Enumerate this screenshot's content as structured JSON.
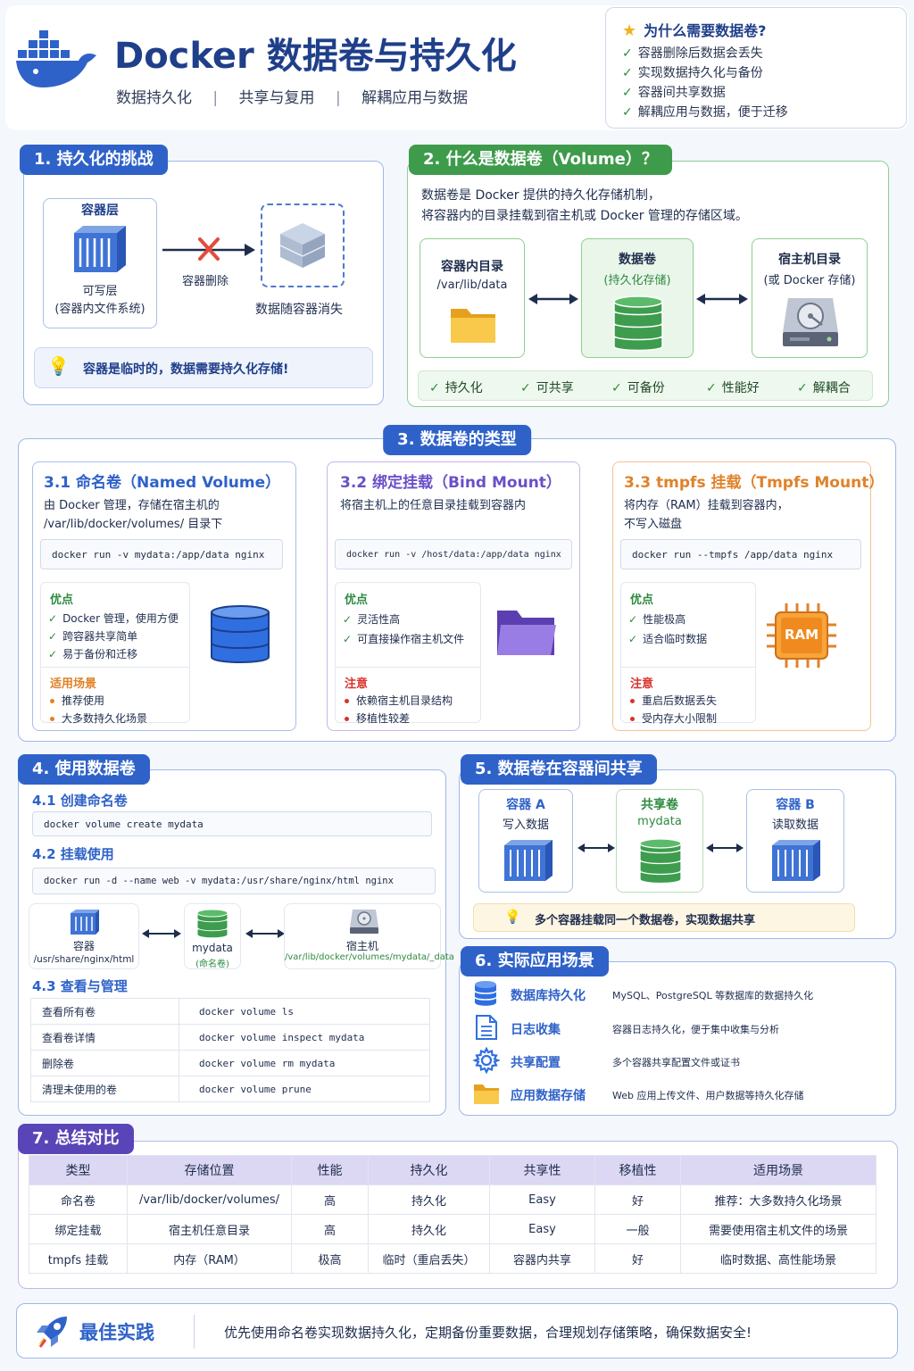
{
  "header": {
    "title": "Docker 数据卷与持久化",
    "subtitle": [
      "数据持久化",
      "共享与复用",
      "解耦应用与数据"
    ],
    "why": {
      "title": "为什么需要数据卷?",
      "items": [
        "容器删除后数据会丢失",
        "实现数据持久化与备份",
        "容器间共享数据",
        "解耦应用与数据，便于迁移"
      ]
    }
  },
  "s1": {
    "tag": "1. 持久化的挑战",
    "layer_title": "容器层",
    "layer_desc1": "可写层",
    "layer_desc2": "(容器内文件系统)",
    "arrow_label": "容器删除",
    "lost": "数据随容器消失",
    "tip": "容器是临时的，数据需要持久化存储!"
  },
  "s2": {
    "tag": "2. 什么是数据卷（Volume）？",
    "desc1": "数据卷是 Docker 提供的持久化存储机制，",
    "desc2": "将容器内的目录挂载到宿主机或 Docker 管理的存储区域。",
    "c1_title": "容器内目录",
    "c1_sub": "/var/lib/data",
    "c2_title": "数据卷",
    "c2_sub": "(持久化存储)",
    "c3_title": "宿主机目录",
    "c3_sub": "(或 Docker 存储)",
    "features": [
      "持久化",
      "可共享",
      "可备份",
      "性能好",
      "解耦合"
    ]
  },
  "s3": {
    "tag": "3. 数据卷的类型",
    "named": {
      "title": "3.1 命名卷（Named Volume）",
      "desc1": "由 Docker 管理，存储在宿主机的",
      "desc2": "/var/lib/docker/volumes/ 目录下",
      "cmd": "docker run -v mydata:/app/data nginx",
      "pros_title": "优点",
      "pros": [
        "Docker 管理，使用方便",
        "跨容器共享简单",
        "易于备份和迁移"
      ],
      "use_title": "适用场景",
      "use": [
        "推荐使用",
        "大多数持久化场景"
      ]
    },
    "bind": {
      "title": "3.2 绑定挂载（Bind Mount）",
      "desc1": "将宿主机上的任意目录挂载到容器内",
      "cmd": "docker run -v /host/data:/app/data nginx",
      "pros_title": "优点",
      "pros": [
        "灵活性高",
        "可直接操作宿主机文件"
      ],
      "note_title": "注意",
      "notes": [
        "依赖宿主机目录结构",
        "移植性较差"
      ]
    },
    "tmpfs": {
      "title": "3.3 tmpfs 挂载（Tmpfs Mount）",
      "desc1": "将内存（RAM）挂载到容器内，",
      "desc2": "不写入磁盘",
      "cmd": "docker run --tmpfs /app/data nginx",
      "pros_title": "优点",
      "pros": [
        "性能极高",
        "适合临时数据"
      ],
      "note_title": "注意",
      "notes": [
        "重启后数据丢失",
        "受内存大小限制"
      ],
      "chip": "RAM"
    }
  },
  "s4": {
    "tag": "4. 使用数据卷",
    "h1": "4.1 创建命名卷",
    "cmd1": "docker volume create mydata",
    "h2": "4.2 挂载使用",
    "cmd2": "docker run -d --name web -v mydata:/usr/share/nginx/html nginx",
    "d_container": "容器",
    "d_container_path": "/usr/share/nginx/html",
    "d_vol": "mydata",
    "d_vol_sub": "(命名卷)",
    "d_host": "宿主机",
    "d_host_path": "/var/lib/docker/volumes/mydata/_data",
    "h3": "4.3 查看与管理",
    "manage": [
      [
        "查看所有卷",
        "docker volume ls"
      ],
      [
        "查看卷详情",
        "docker volume inspect mydata"
      ],
      [
        "删除卷",
        "docker volume rm mydata"
      ],
      [
        "清理未使用的卷",
        "docker volume prune"
      ]
    ]
  },
  "s5": {
    "tag": "5. 数据卷在容器间共享",
    "a_title": "容器 A",
    "a_sub": "写入数据",
    "v_title": "共享卷",
    "v_sub": "mydata",
    "b_title": "容器 B",
    "b_sub": "读取数据",
    "tip": "多个容器挂载同一个数据卷，实现数据共享"
  },
  "s6": {
    "tag": "6. 实际应用场景",
    "items": [
      [
        "数据库持久化",
        "MySQL、PostgreSQL 等数据库的数据持久化"
      ],
      [
        "日志收集",
        "容器日志持久化，便于集中收集与分析"
      ],
      [
        "共享配置",
        "多个容器共享配置文件或证书"
      ],
      [
        "应用数据存储",
        "Web 应用上传文件、用户数据等持久化存储"
      ]
    ]
  },
  "s7": {
    "tag": "7. 总结对比",
    "headers": [
      "类型",
      "存储位置",
      "性能",
      "持久化",
      "共享性",
      "移植性",
      "适用场景"
    ],
    "rows": [
      [
        "命名卷",
        "/var/lib/docker/volumes/",
        "高",
        "持久化",
        "Easy",
        "好",
        "推荐：大多数持久化场景"
      ],
      [
        "绑定挂载",
        "宿主机任意目录",
        "高",
        "持久化",
        "Easy",
        "一般",
        "需要使用宿主机文件的场景"
      ],
      [
        "tmpfs 挂载",
        "内存（RAM）",
        "极高",
        "临时（重启丢失）",
        "容器内共享",
        "好",
        "临时数据、高性能场景"
      ]
    ]
  },
  "best": {
    "title": "最佳实践",
    "text": "优先使用命名卷实现数据持久化，定期备份重要数据，合理规划存储策略，确保数据安全!"
  },
  "colors": {
    "blue": "#2f62c9",
    "green": "#3e9b4b",
    "purple": "#6b4fc8",
    "orange": "#e0822a"
  }
}
